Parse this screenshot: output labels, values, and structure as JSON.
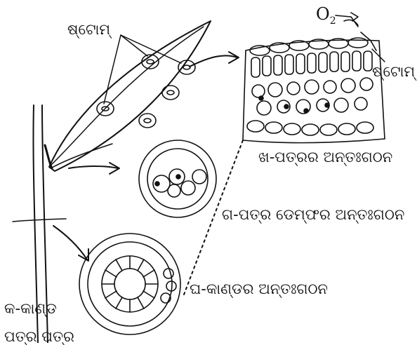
{
  "labels": {
    "stoma_top": "ଷ୍ଟୋମ୍",
    "o2": "O",
    "o2_sub": "2",
    "stoma_right": "ଷ୍ଟୋମ୍",
    "leaf_section": "ଖ-ପତ୍ରର ଅନ୍ତଃଗଠନ",
    "petiole_section": "ଗ-ପତ୍ର ଡେମ୍ଫର ଅନ୍ତଃଗଠନ",
    "stem_section": "ଘ-କାଣ୍ଡର ଅନ୍ତଃଗଠନ",
    "stem": "କ-କାଣ୍ଡ",
    "bottom_cut": "ପତ୍ର ପତ୍ର"
  },
  "colors": {
    "ink": "#111111",
    "background": "#ffffff"
  }
}
